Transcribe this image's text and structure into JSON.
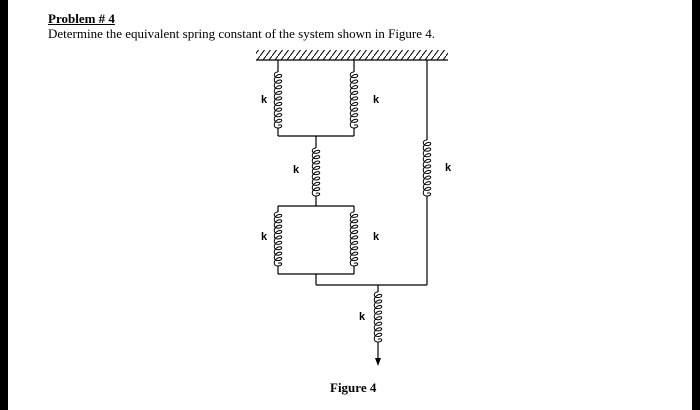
{
  "problem": {
    "title": "Problem # 4",
    "text": "Determine the equivalent spring constant of the system shown in Figure 4."
  },
  "figure": {
    "caption": "Figure 4",
    "spring_labels": [
      "k",
      "k",
      "k",
      "k",
      "k",
      "k",
      "k"
    ]
  }
}
